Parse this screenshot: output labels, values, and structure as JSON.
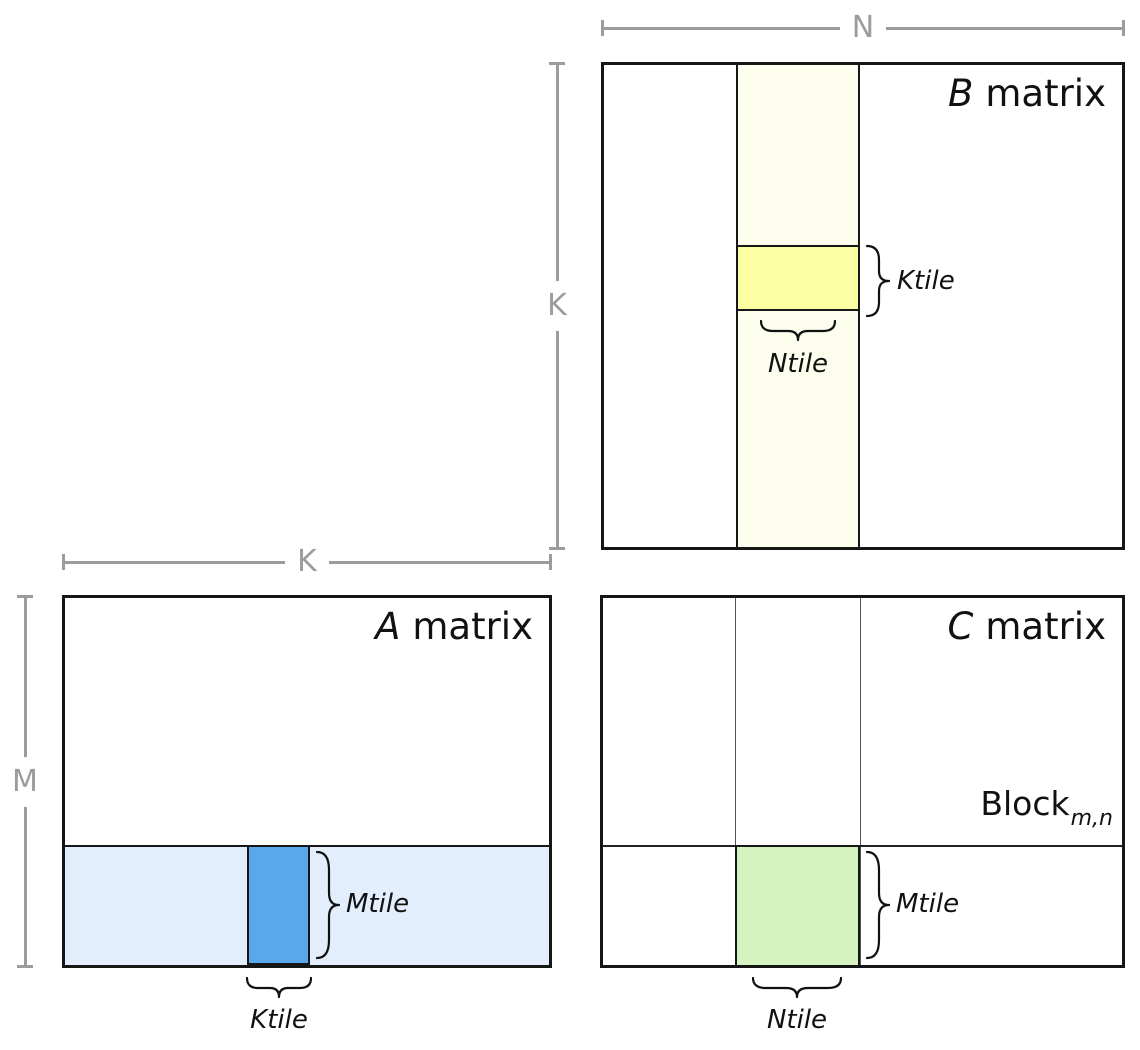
{
  "matrices": {
    "b": {
      "letter": "B",
      "word": "matrix"
    },
    "a": {
      "letter": "A",
      "word": "matrix"
    },
    "c": {
      "letter": "C",
      "word": "matrix"
    }
  },
  "dimensions": {
    "n": "N",
    "k_b": "K",
    "k_a": "K",
    "m": "M"
  },
  "tiles": {
    "b_ktile": "Ktile",
    "b_ntile": "Ntile",
    "a_mtile": "Mtile",
    "a_ktile": "Ktile",
    "c_mtile": "Mtile",
    "c_ntile": "Ntile"
  },
  "annotations": {
    "block_word": "Block",
    "block_subscript": "m,n"
  },
  "colors": {
    "b_panel": "#FDFEEE",
    "b_tile": "#FCFEA4",
    "a_panel": "#E2EEFB",
    "a_tile": "#59A8EC",
    "c_tile": "#D5F3C1",
    "dimension": "#9C9C9C",
    "border": "#161616"
  }
}
